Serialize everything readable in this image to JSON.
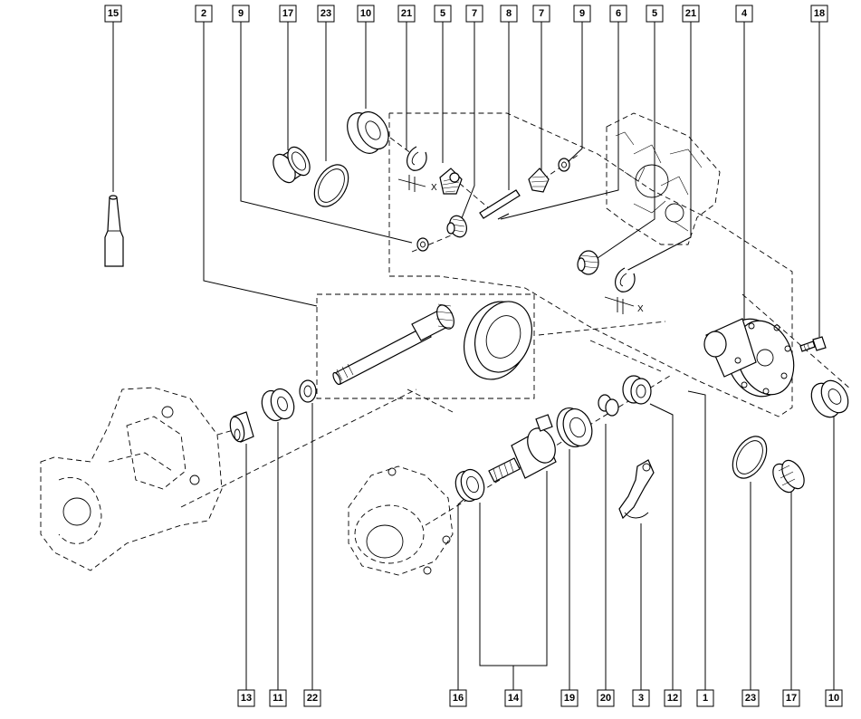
{
  "callouts": {
    "top": [
      "15",
      "2",
      "9",
      "17",
      "23",
      "10",
      "21",
      "5",
      "7",
      "8",
      "7",
      "9",
      "6",
      "5",
      "21",
      "4",
      "18"
    ],
    "bottom": [
      "13",
      "11",
      "22",
      "16",
      "14",
      "19",
      "20",
      "3",
      "12",
      "1",
      "23",
      "17",
      "10"
    ]
  },
  "dimension_labels": [
    "X",
    "X"
  ]
}
